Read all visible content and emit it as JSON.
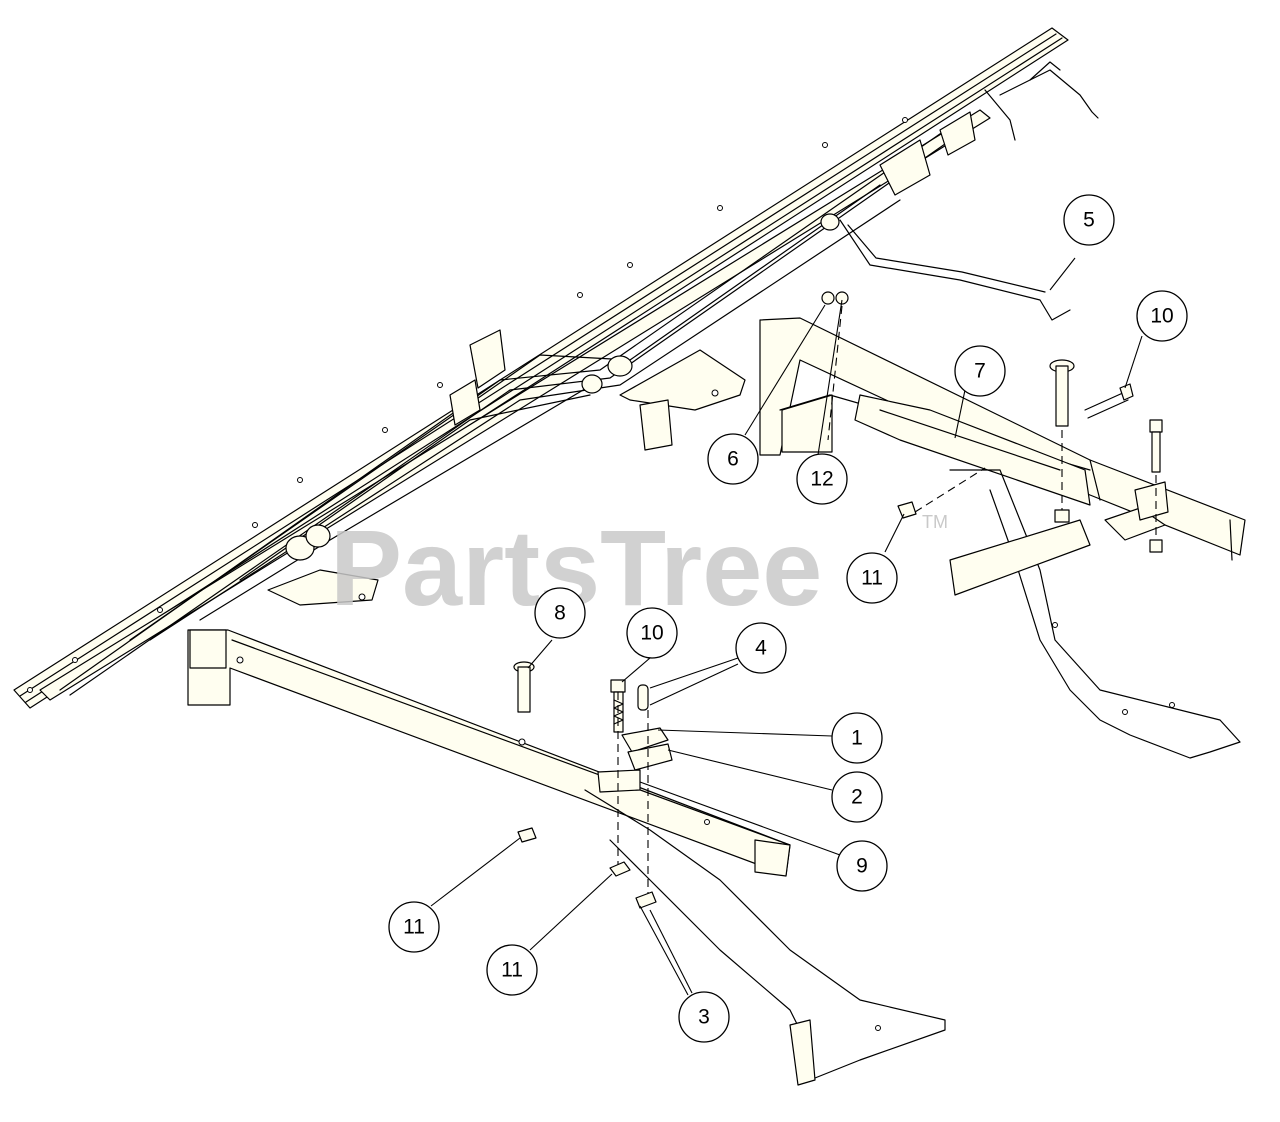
{
  "watermark": {
    "text": "PartsTree",
    "trademark": "TM"
  },
  "callouts": [
    {
      "id": "c5",
      "label": "5"
    },
    {
      "id": "c10a",
      "label": "10"
    },
    {
      "id": "c7",
      "label": "7"
    },
    {
      "id": "c6",
      "label": "6"
    },
    {
      "id": "c12",
      "label": "12"
    },
    {
      "id": "c11a",
      "label": "11"
    },
    {
      "id": "c8",
      "label": "8"
    },
    {
      "id": "c10b",
      "label": "10"
    },
    {
      "id": "c4",
      "label": "4"
    },
    {
      "id": "c1",
      "label": "1"
    },
    {
      "id": "c2",
      "label": "2"
    },
    {
      "id": "c9",
      "label": "9"
    },
    {
      "id": "c11b",
      "label": "11"
    },
    {
      "id": "c11c",
      "label": "11"
    },
    {
      "id": "c3",
      "label": "3"
    }
  ],
  "colors": {
    "part_fill": "#fffef0",
    "line": "#000000",
    "watermark": "#c9c9c9"
  }
}
